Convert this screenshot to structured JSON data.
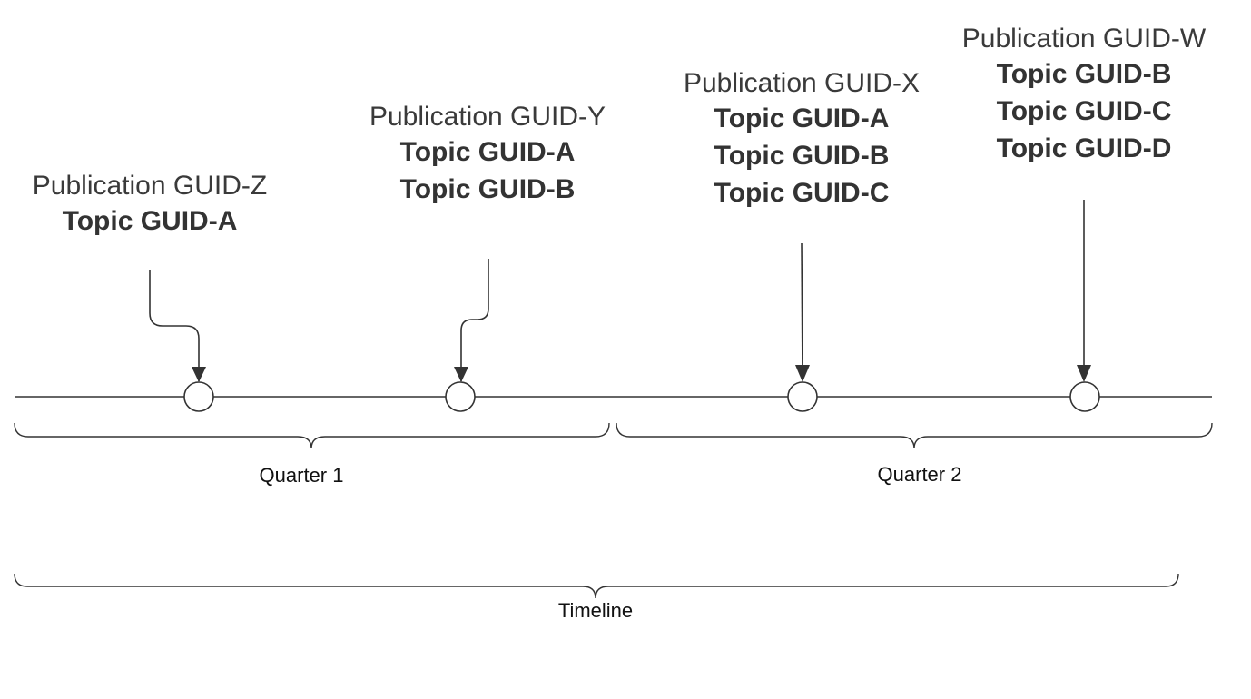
{
  "publications": [
    {
      "title": "Publication GUID-Z",
      "topics": [
        "Topic GUID-A"
      ]
    },
    {
      "title": "Publication GUID-Y",
      "topics": [
        "Topic GUID-A",
        "Topic GUID-B"
      ]
    },
    {
      "title": "Publication GUID-X",
      "topics": [
        "Topic GUID-A",
        "Topic GUID-B",
        "Topic GUID-C"
      ]
    },
    {
      "title": "Publication GUID-W",
      "topics": [
        "Topic GUID-B",
        "Topic GUID-C",
        "Topic GUID-D"
      ]
    }
  ],
  "periods": {
    "quarter_1": "Quarter 1",
    "quarter_2": "Quarter 2",
    "timeline": "Timeline"
  },
  "colors": {
    "line": "#333333",
    "text": "#333333"
  }
}
